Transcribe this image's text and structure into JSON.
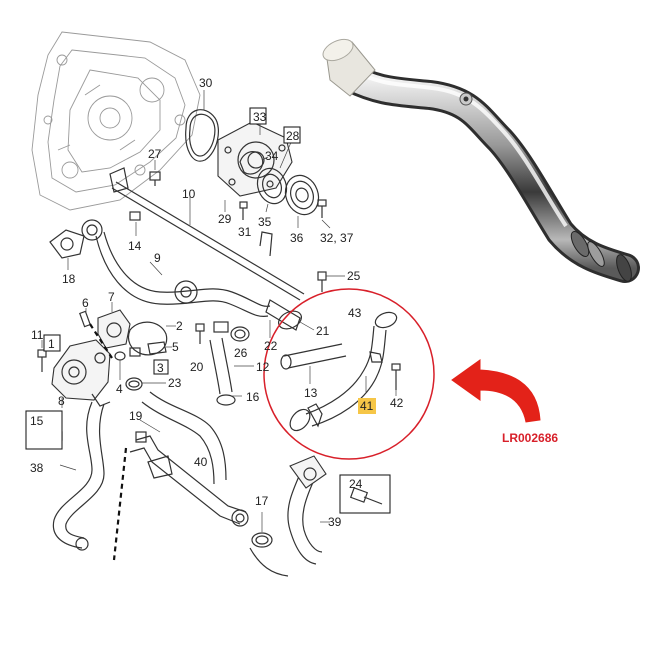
{
  "colors": {
    "arrow": "#e32219",
    "circle": "#d8202a",
    "ref_text": "#d8202a",
    "highlight": "#f6c647",
    "line": "#333333"
  },
  "reference_code": "LR002686",
  "labels": {
    "p1": "1",
    "p2": "2",
    "p3": "3",
    "p4": "4",
    "p5": "5",
    "p6": "6",
    "p7": "7",
    "p8": "8",
    "p9": "9",
    "p10": "10",
    "p11": "11",
    "p12": "12",
    "p13": "13",
    "p14": "14",
    "p15": "15",
    "p16": "16",
    "p17": "17",
    "p18": "18",
    "p19": "19",
    "p20": "20",
    "p21": "21",
    "p22": "22",
    "p23": "23",
    "p24": "24",
    "p25": "25",
    "p26": "26",
    "p27": "27",
    "p28": "28",
    "p29": "29",
    "p30": "30",
    "p31": "31",
    "p32": "32, 37",
    "p33": "33",
    "p34": "34",
    "p35": "35",
    "p36": "36",
    "p38": "38",
    "p39": "39",
    "p40": "40",
    "p41": "41",
    "p42": "42",
    "p43": "43"
  }
}
